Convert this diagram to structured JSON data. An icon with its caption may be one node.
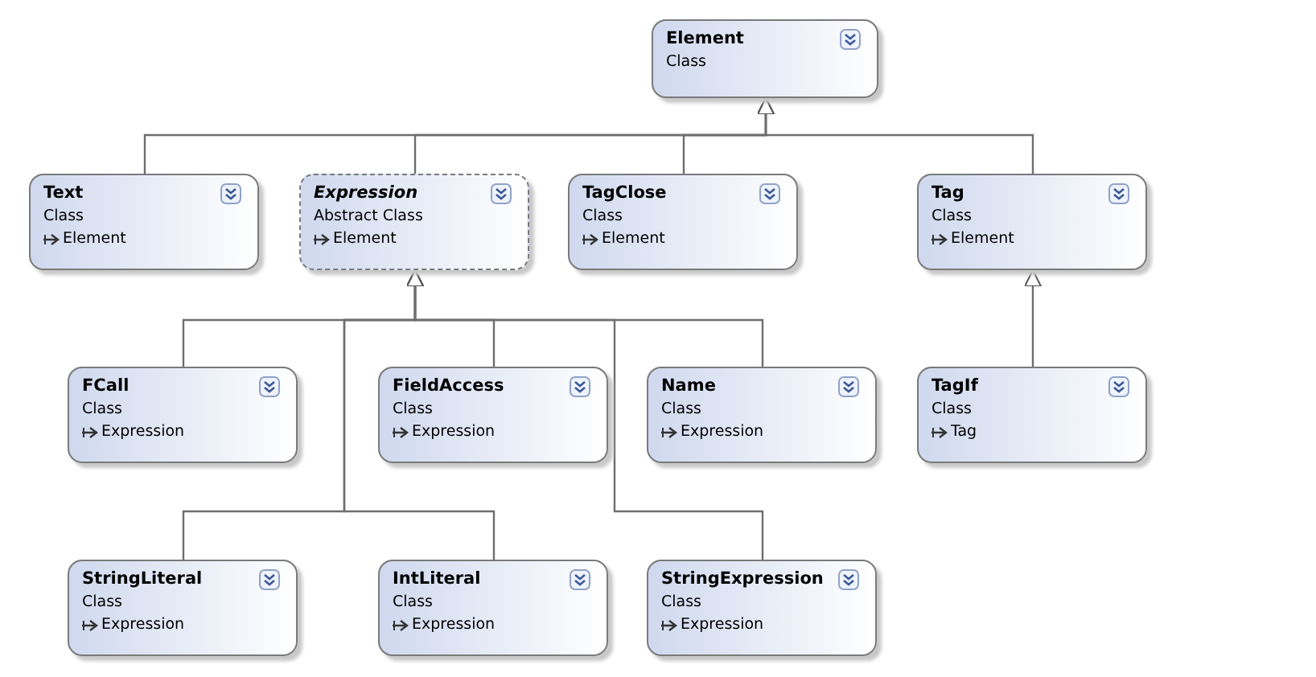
{
  "diagram": {
    "nodes": [
      {
        "text": [
          "Element",
          "Class"
        ]
      },
      {
        "text": [
          "Text",
          "Class",
          "Element"
        ]
      },
      {
        "text": [
          "Expression",
          "Abstract Class",
          "Element"
        ]
      },
      {
        "text": [
          "TagClose",
          "Class",
          "Element"
        ]
      },
      {
        "text": [
          "Tag",
          "Class",
          "Element"
        ]
      },
      {
        "text": [
          "FCall",
          "Class",
          "Expression"
        ]
      },
      {
        "text": [
          "FieldAccess",
          "Class",
          "Expression"
        ]
      },
      {
        "text": [
          "Name",
          "Class",
          "Expression"
        ]
      },
      {
        "text": [
          "TagIf",
          "Class",
          "Tag"
        ]
      },
      {
        "text": [
          "StringLiteral",
          "Class",
          "Expression"
        ]
      },
      {
        "text": [
          "IntLiteral",
          "Class",
          "Expression"
        ]
      },
      {
        "text": [
          "StringExpression",
          "Class",
          "Expression"
        ]
      }
    ],
    "edges": [
      {
        "from": 1,
        "to": 0,
        "arrow": "to"
      },
      {
        "from": 2,
        "to": 0,
        "arrow": "to"
      },
      {
        "from": 3,
        "to": 0,
        "arrow": "to"
      },
      {
        "from": 4,
        "to": 0,
        "arrow": "to"
      },
      {
        "from": 5,
        "to": 2,
        "arrow": "to"
      },
      {
        "from": 6,
        "to": 2,
        "arrow": "to"
      },
      {
        "from": 7,
        "to": 2,
        "arrow": "to"
      },
      {
        "from": 8,
        "to": 4,
        "arrow": "to"
      },
      {
        "from": 9,
        "to": 2,
        "arrow": "to"
      },
      {
        "from": 10,
        "to": 2,
        "arrow": "to"
      },
      {
        "from": 11,
        "to": 2,
        "arrow": "to"
      }
    ]
  }
}
